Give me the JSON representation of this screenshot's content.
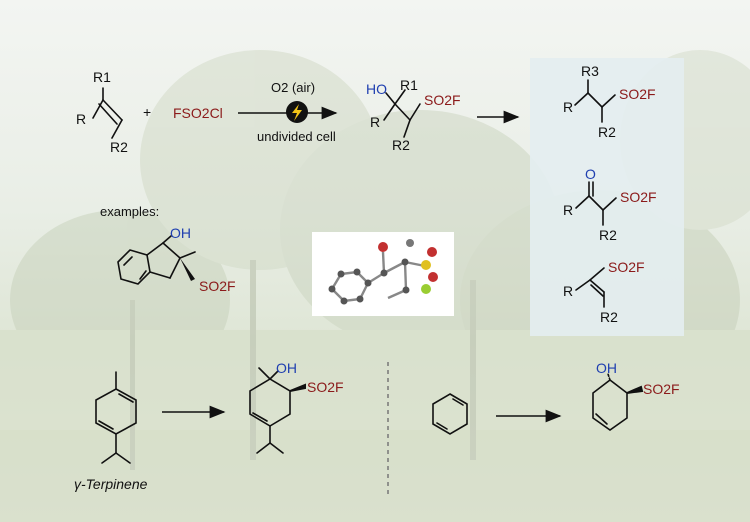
{
  "scheme": {
    "reactant1": {
      "r1": "R1",
      "r": "R",
      "r2": "R2"
    },
    "plus": "+",
    "reagent": "FSO2Cl",
    "conditions": {
      "oxidant": "O2 (air)",
      "cell": "undivided cell"
    },
    "intermediate": {
      "ho": "HO",
      "r": "R",
      "r1": "R1",
      "r2": "R2",
      "group": "SO2F"
    },
    "products": [
      {
        "r3": "R3",
        "r": "R",
        "r2": "R2",
        "group": "SO2F"
      },
      {
        "o": "O",
        "r": "R",
        "r2": "R2",
        "group": "SO2F"
      },
      {
        "r": "R",
        "r2": "R2",
        "group": "SO2F"
      }
    ]
  },
  "examples": {
    "label": "examples:",
    "indane": {
      "oh": "OH",
      "group": "SO2F"
    }
  },
  "bottom": {
    "terpinene": {
      "name": "γ-Terpinene",
      "product_oh": "OH",
      "product_group": "SO2F"
    },
    "cyclohexadiene": {
      "product_oh": "OH",
      "product_group": "SO2F"
    }
  },
  "colors": {
    "sulfonyl": "#8b1a1a",
    "oxygen": "#1f3fb0",
    "panel": "#e4eef0",
    "bolt": "#f2c417"
  }
}
